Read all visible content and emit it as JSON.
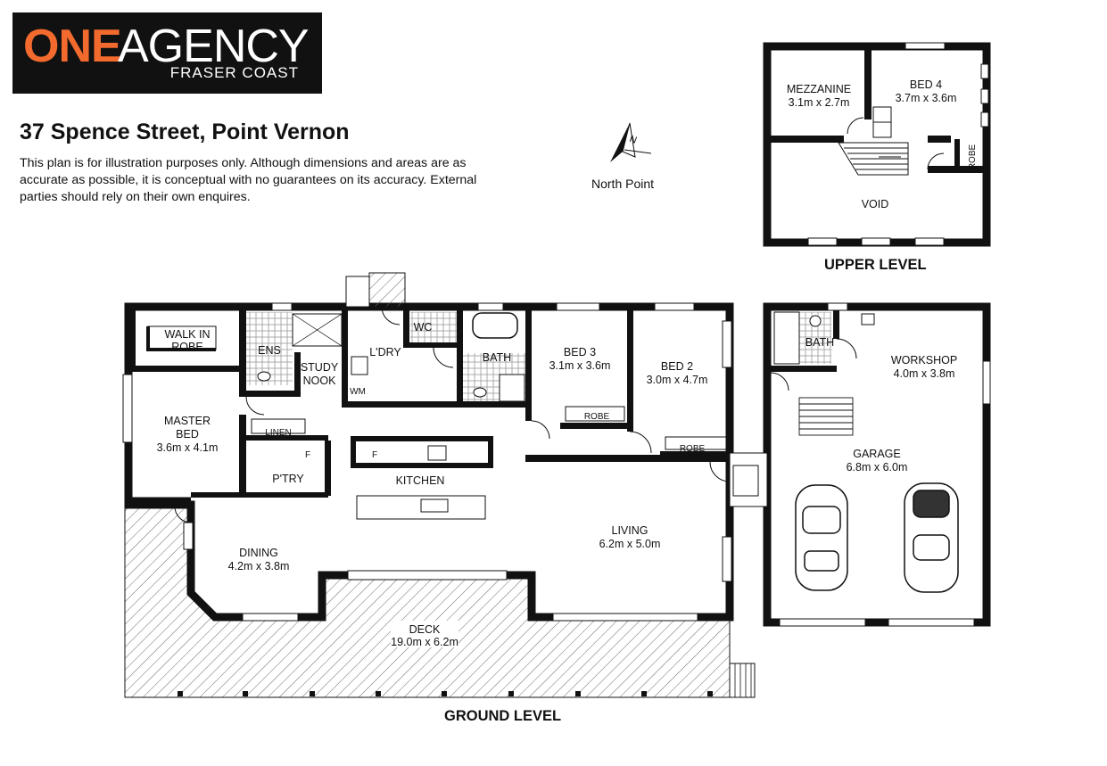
{
  "brand": {
    "one": "ONE",
    "agency": "AGENCY",
    "sub": "FRASER COAST",
    "orange": "#f26a2e"
  },
  "address": "37 Spence Street, Point Vernon",
  "disclaimer": "This plan is for illustration purposes only.  Although dimensions and areas are as accurate as possible, it is conceptual with no guarantees on its accuracy. External parties should rely on their own enquires.",
  "north_point": {
    "label": "North Point",
    "letter": "N",
    "icon": "north-arrow-icon"
  },
  "upper_level": {
    "title": "UPPER LEVEL",
    "mezzanine": {
      "name": "MEZZANINE",
      "dims": "3.1m x 2.7m"
    },
    "bed4": {
      "name": "BED 4",
      "dims": "3.7m x 3.6m"
    },
    "robe": "ROBE",
    "void": "VOID"
  },
  "ground_level": {
    "title": "GROUND LEVEL",
    "walk_in_robe": [
      "WALK IN",
      "ROBE"
    ],
    "ens": "ENS",
    "study_nook": [
      "STUDY",
      "NOOK"
    ],
    "laundry": "L'DRY",
    "wm": "WM",
    "wc": "WC",
    "bath": "BATH",
    "bed3": {
      "name": "BED 3",
      "dims": "3.1m x 3.6m",
      "robe": "ROBE"
    },
    "bed2": {
      "name": "BED 2",
      "dims": "3.0m x 4.7m",
      "robe": "ROBE"
    },
    "master": {
      "name": [
        "MASTER",
        "BED"
      ],
      "dims": "3.6m x 4.1m"
    },
    "linen": "LINEN",
    "pantry": "P'TRY",
    "fridge": "F",
    "kitchen": "KITCHEN",
    "living": {
      "name": "LIVING",
      "dims": "6.2m x 5.0m"
    },
    "dining": {
      "name": "DINING",
      "dims": "4.2m x 3.8m"
    },
    "deck": {
      "name": "DECK",
      "dims": "19.0m x 6.2m"
    },
    "garage_bath": "BATH",
    "workshop": {
      "name": "WORKSHOP",
      "dims": "4.0m x 3.8m"
    },
    "garage": {
      "name": "GARAGE",
      "dims": "6.8m x 6.0m"
    }
  }
}
